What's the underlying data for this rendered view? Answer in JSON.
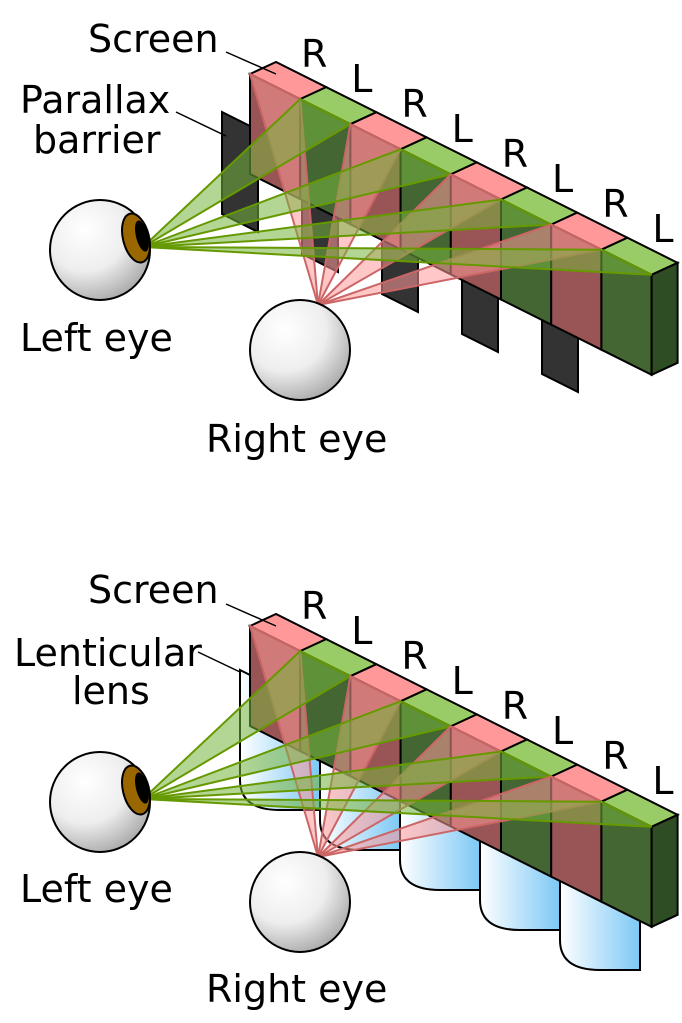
{
  "panels": [
    {
      "id": "parallax",
      "screen_label": "Screen",
      "element_label_line1": "Parallax",
      "element_label_line2": "barrier",
      "left_eye_label": "Left eye",
      "right_eye_label": "Right eye",
      "pixel_labels": [
        "R",
        "L",
        "R",
        "L",
        "R",
        "L",
        "R",
        "L"
      ]
    },
    {
      "id": "lenticular",
      "screen_label": "Screen",
      "element_label_line1": "Lenticular",
      "element_label_line2": "lens",
      "left_eye_label": "Left eye",
      "right_eye_label": "Right eye",
      "pixel_labels": [
        "R",
        "L",
        "R",
        "L",
        "R",
        "L",
        "R",
        "L"
      ]
    }
  ],
  "colors": {
    "red_pixel": "#ff9999",
    "green_pixel": "#99cc66",
    "green_pixel_side": "#446633",
    "left_ray": "#77b43c",
    "right_ray": "#ff9999",
    "barrier": "#333333",
    "lens": "#99ddff",
    "iris": "#996600"
  }
}
